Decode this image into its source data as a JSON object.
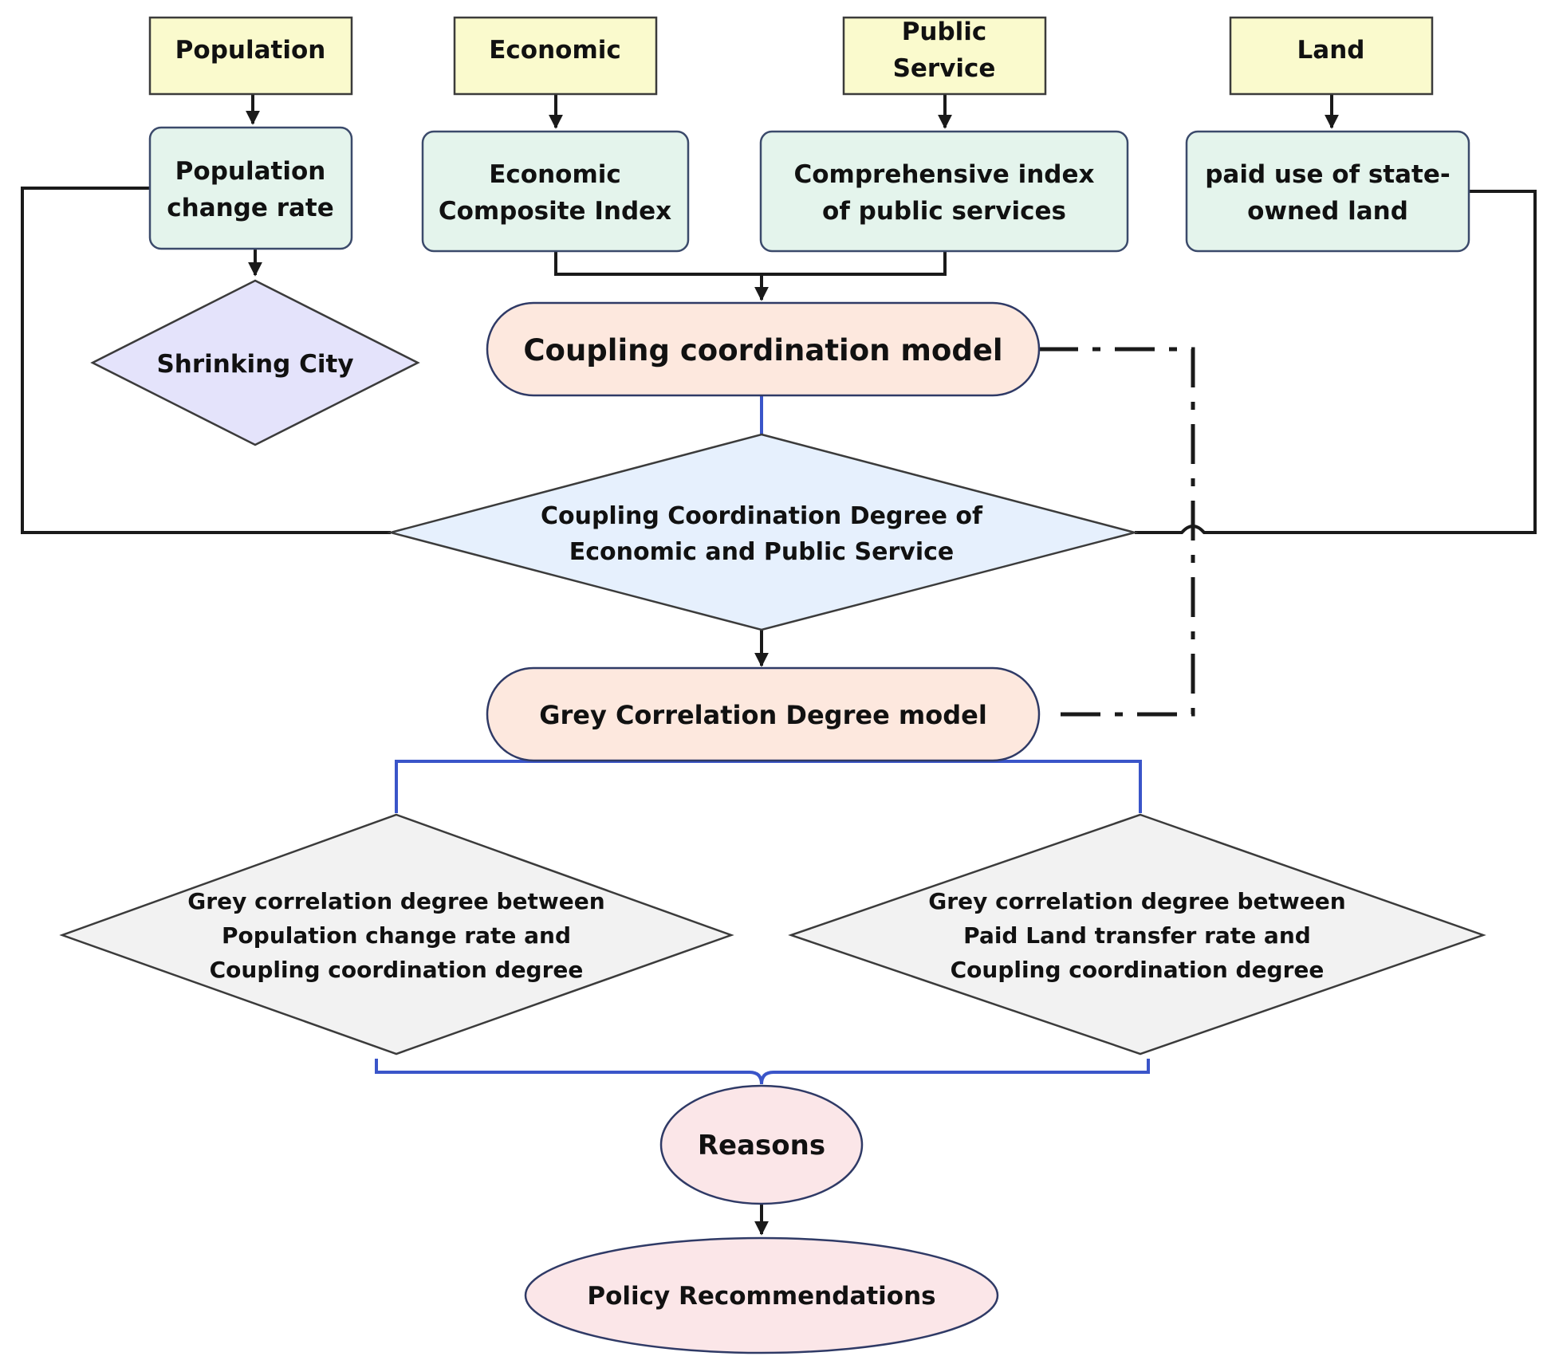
{
  "nodes": {
    "population": [
      "Population"
    ],
    "economic": [
      "Economic"
    ],
    "public_service": [
      "Public",
      "Service"
    ],
    "land": [
      "Land"
    ],
    "population_change_rate": [
      "Population",
      "change rate"
    ],
    "economic_composite_index": [
      "Economic",
      "Composite Index"
    ],
    "comprehensive_index": [
      "Comprehensive index",
      "of public services"
    ],
    "paid_use_land": [
      "paid use of state-",
      "owned land"
    ],
    "shrinking_city": [
      "Shrinking City"
    ],
    "coupling_model": [
      "Coupling coordination model"
    ],
    "coupling_degree": [
      "Coupling Coordination Degree of",
      "Economic and Public Service"
    ],
    "grey_model": [
      "Grey Correlation Degree model"
    ],
    "grey_population": [
      "Grey correlation degree between",
      "Population change rate and",
      "Coupling coordination degree"
    ],
    "grey_land": [
      "Grey correlation degree between",
      "Paid Land transfer rate and",
      "Coupling coordination degree"
    ],
    "reasons": [
      "Reasons"
    ],
    "policy": [
      "Policy Recommendations"
    ]
  },
  "colors": {
    "top_box": "#fafacd",
    "index_box": "#e4f4ec",
    "model_pill": "#fde8de",
    "outcome_ellipse": "#fbe6e8",
    "shrinking_diamond": "#e4e3fb",
    "coupling_diamond": "#e6f0fd",
    "grey_diamond": "#f2f2f2",
    "blue_connector": "#3a55c9"
  }
}
